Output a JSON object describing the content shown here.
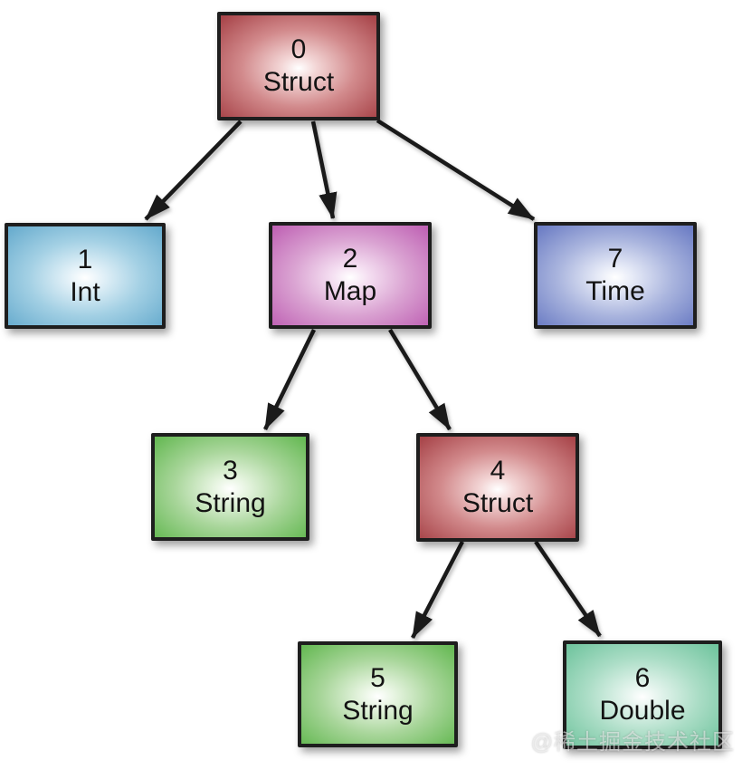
{
  "diagram": {
    "watermark": "@稀土掘金技术社区",
    "nodes": [
      {
        "id": "0",
        "label": "Struct",
        "type": "struct"
      },
      {
        "id": "1",
        "label": "Int",
        "type": "int"
      },
      {
        "id": "2",
        "label": "Map",
        "type": "map"
      },
      {
        "id": "7",
        "label": "Time",
        "type": "time"
      },
      {
        "id": "3",
        "label": "String",
        "type": "string"
      },
      {
        "id": "4",
        "label": "Struct",
        "type": "struct"
      },
      {
        "id": "5",
        "label": "String",
        "type": "string"
      },
      {
        "id": "6",
        "label": "Double",
        "type": "double"
      }
    ],
    "edges": [
      {
        "from": "0",
        "to": "1"
      },
      {
        "from": "0",
        "to": "2"
      },
      {
        "from": "0",
        "to": "7"
      },
      {
        "from": "2",
        "to": "3"
      },
      {
        "from": "2",
        "to": "4"
      },
      {
        "from": "4",
        "to": "5"
      },
      {
        "from": "4",
        "to": "6"
      }
    ],
    "colors": {
      "struct": "#a8454a",
      "int": "#68acce",
      "map": "#bf62b4",
      "time": "#6b7cc4",
      "string": "#66b954",
      "double": "#70c49e",
      "node_border": "#1e1e1e",
      "arrow": "#1a1a1a",
      "background": "#ffffff"
    }
  }
}
